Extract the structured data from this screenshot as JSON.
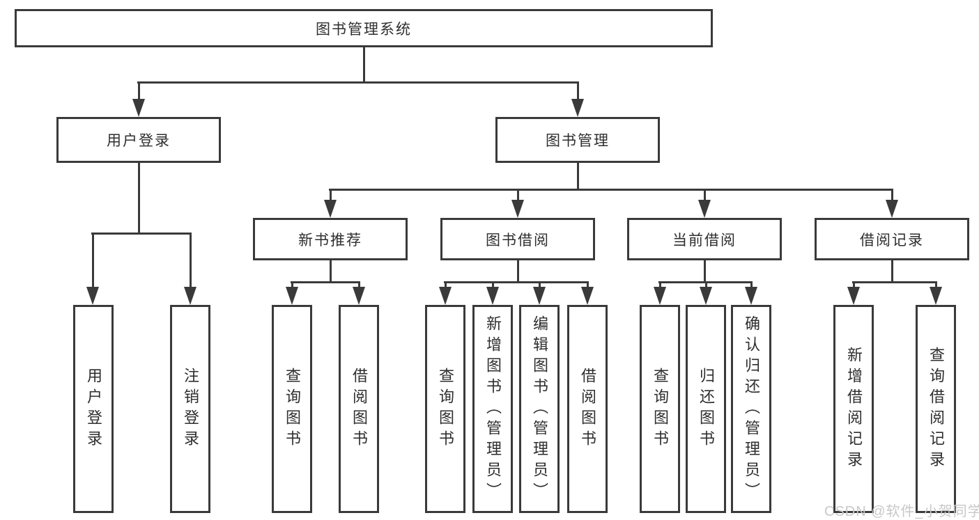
{
  "diagram": {
    "root": {
      "label": "图书管理系统"
    },
    "level2": [
      {
        "label": "用户登录"
      },
      {
        "label": "图书管理"
      }
    ],
    "level3": [
      {
        "label": "新书推荐"
      },
      {
        "label": "图书借阅"
      },
      {
        "label": "当前借阅"
      },
      {
        "label": "借阅记录"
      }
    ],
    "leaves": {
      "user_login": [
        {
          "label": "用户登录"
        },
        {
          "label": "注销登录"
        }
      ],
      "new_books": [
        {
          "label": "查询图书"
        },
        {
          "label": "借阅图书"
        }
      ],
      "book_borrow": [
        {
          "label": "查询图书"
        },
        {
          "label": "新增图书（管理员）"
        },
        {
          "label": "编辑图书（管理员）"
        },
        {
          "label": "借阅图书"
        }
      ],
      "current_borrow": [
        {
          "label": "查询图书"
        },
        {
          "label": "归还图书"
        },
        {
          "label": "确认归还（管理员）"
        }
      ],
      "borrow_records": [
        {
          "label": "新增借阅记录"
        },
        {
          "label": "查询借阅记录"
        }
      ]
    },
    "watermark": "CSDN @软件_小贺同学",
    "colors": {
      "line": "#3a3a3a",
      "box_border": "#3a3a3a",
      "text": "#2e2e2e",
      "background": "#ffffff",
      "watermark": "#c8c8c8"
    }
  }
}
